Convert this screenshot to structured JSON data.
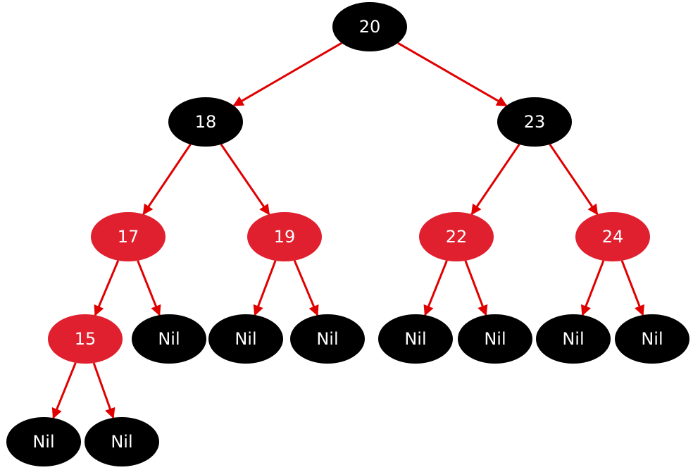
{
  "colors": {
    "black_node": "#000000",
    "red_node": "#e0202e",
    "edge": "#e00000",
    "label": "#ffffff"
  },
  "nodes": [
    {
      "id": "n20",
      "label": "20",
      "color": "black"
    },
    {
      "id": "n18",
      "label": "18",
      "color": "black"
    },
    {
      "id": "n23",
      "label": "23",
      "color": "black"
    },
    {
      "id": "n17",
      "label": "17",
      "color": "red"
    },
    {
      "id": "n19",
      "label": "19",
      "color": "red"
    },
    {
      "id": "n22",
      "label": "22",
      "color": "red"
    },
    {
      "id": "n24",
      "label": "24",
      "color": "red"
    },
    {
      "id": "n15",
      "label": "15",
      "color": "red"
    },
    {
      "id": "nil17r",
      "label": "Nil",
      "color": "black"
    },
    {
      "id": "nil19l",
      "label": "Nil",
      "color": "black"
    },
    {
      "id": "nil19r",
      "label": "Nil",
      "color": "black"
    },
    {
      "id": "nil22l",
      "label": "Nil",
      "color": "black"
    },
    {
      "id": "nil22r",
      "label": "Nil",
      "color": "black"
    },
    {
      "id": "nil24l",
      "label": "Nil",
      "color": "black"
    },
    {
      "id": "nil24r",
      "label": "Nil",
      "color": "black"
    },
    {
      "id": "nil15l",
      "label": "Nil",
      "color": "black"
    },
    {
      "id": "nil15r",
      "label": "Nil",
      "color": "black"
    }
  ],
  "edges": [
    {
      "from": "n20",
      "to": "n18"
    },
    {
      "from": "n20",
      "to": "n23"
    },
    {
      "from": "n18",
      "to": "n17"
    },
    {
      "from": "n18",
      "to": "n19"
    },
    {
      "from": "n23",
      "to": "n22"
    },
    {
      "from": "n23",
      "to": "n24"
    },
    {
      "from": "n17",
      "to": "n15"
    },
    {
      "from": "n17",
      "to": "nil17r"
    },
    {
      "from": "n19",
      "to": "nil19l"
    },
    {
      "from": "n19",
      "to": "nil19r"
    },
    {
      "from": "n22",
      "to": "nil22l"
    },
    {
      "from": "n22",
      "to": "nil22r"
    },
    {
      "from": "n24",
      "to": "nil24l"
    },
    {
      "from": "n24",
      "to": "nil24r"
    },
    {
      "from": "n15",
      "to": "nil15l"
    },
    {
      "from": "n15",
      "to": "nil15r"
    }
  ]
}
